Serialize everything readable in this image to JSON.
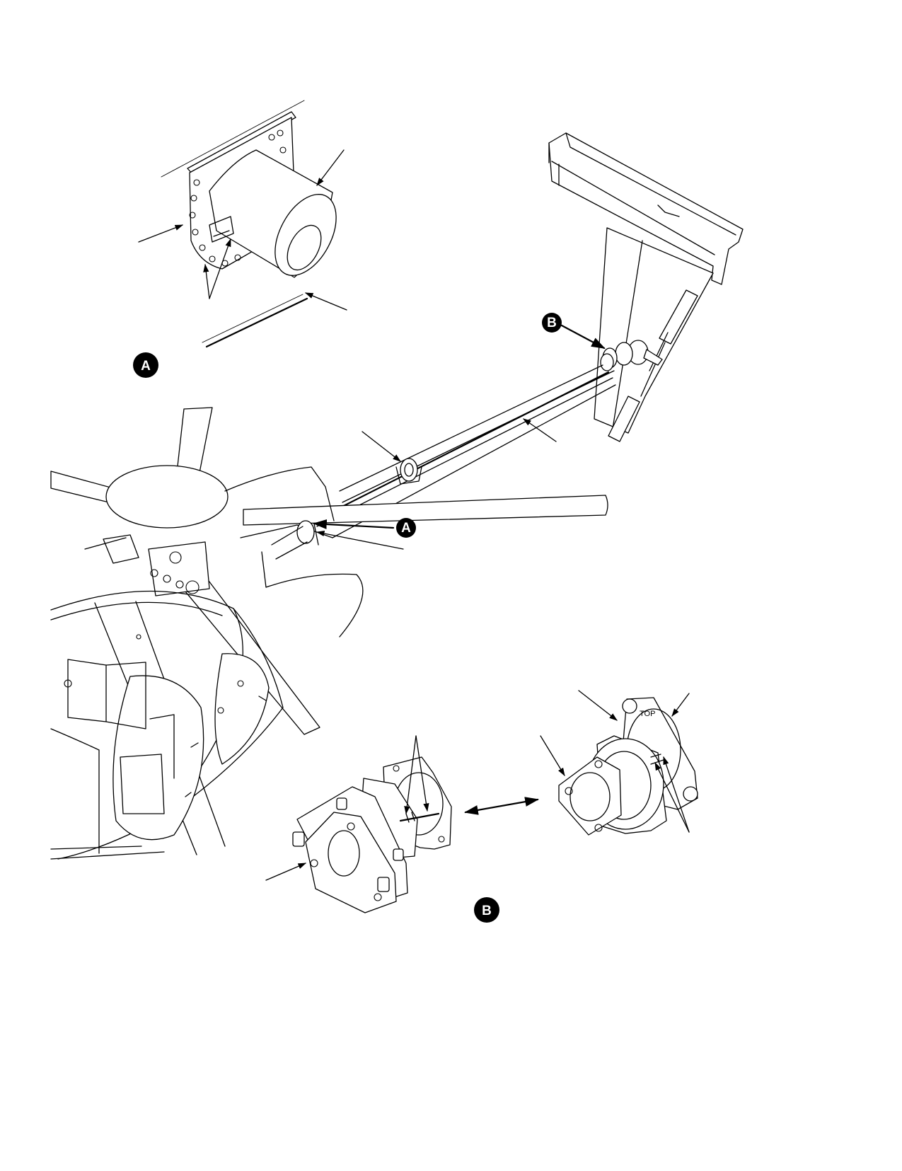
{
  "figure": {
    "callouts": [
      {
        "id": "A",
        "label": "A"
      },
      {
        "id": "B",
        "label": "B"
      }
    ],
    "detail_a": {
      "label": "A"
    },
    "detail_b": {
      "label": "B",
      "marking": "TOP"
    }
  }
}
